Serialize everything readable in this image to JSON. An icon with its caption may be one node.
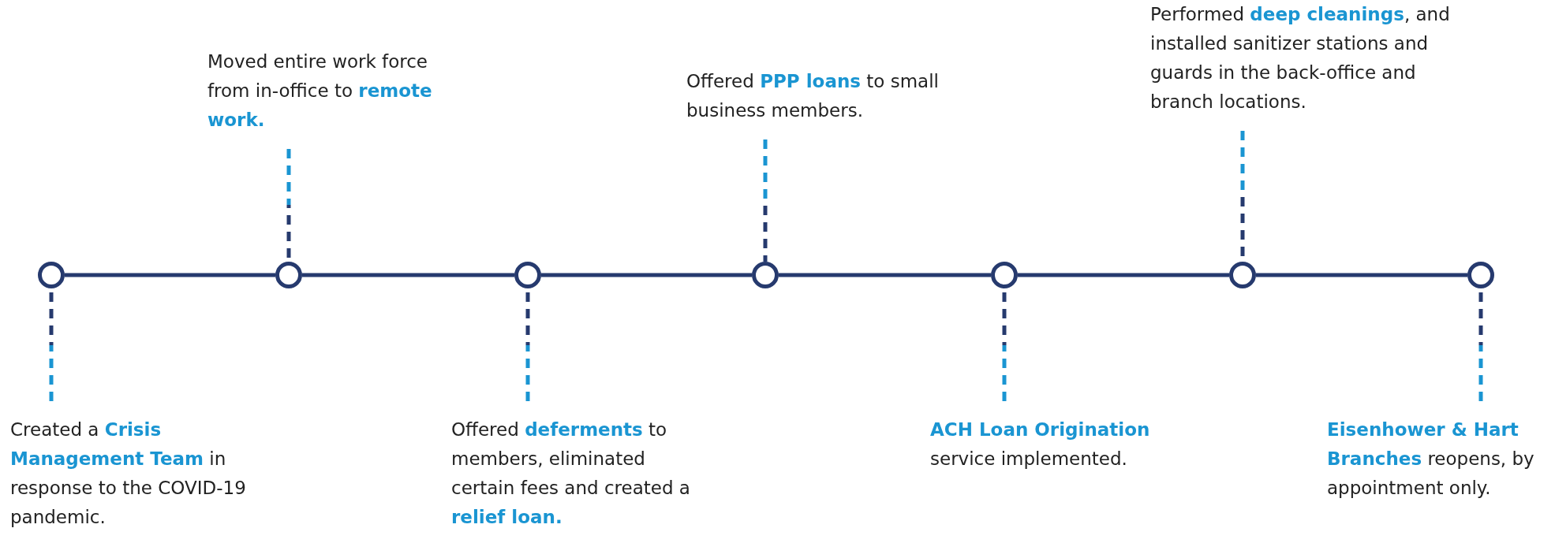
{
  "diagram": {
    "nodes": [
      {
        "text": [],
        "shape": "circle"
      },
      {
        "text": [],
        "shape": "circle"
      },
      {
        "text": [],
        "shape": "circle"
      },
      {
        "text": [],
        "shape": "circle"
      },
      {
        "text": [],
        "shape": "circle"
      },
      {
        "text": [],
        "shape": "circle"
      },
      {
        "text": [],
        "shape": "circle"
      },
      {
        "text": [
          "Created a **Crisis Management Team** in response to the COVID-19 pandemic."
        ]
      },
      {
        "text": [
          "Moved entire work force from in-office to **remote work.**"
        ]
      },
      {
        "text": [
          "Offered **deferments** to members, eliminated certain fees and created a **relief loan.**"
        ]
      },
      {
        "text": [
          "Offered **PPP loans** to small business members."
        ]
      },
      {
        "text": [
          "**ACH Loan Origination** service implemented."
        ]
      },
      {
        "text": [
          "Performed **deep cleanings**, and installed sanitizer stations and guards in the back-office and branch locations."
        ]
      },
      {
        "text": [
          "**Eisenhower & Hart Branches** reopens, by appointment only."
        ]
      }
    ],
    "edges": [
      {
        "from": 0,
        "to": 1,
        "arrow": "none"
      },
      {
        "from": 1,
        "to": 2,
        "arrow": "none"
      },
      {
        "from": 2,
        "to": 3,
        "arrow": "none"
      },
      {
        "from": 3,
        "to": 4,
        "arrow": "none"
      },
      {
        "from": 4,
        "to": 5,
        "arrow": "none"
      },
      {
        "from": 5,
        "to": 6,
        "arrow": "none"
      },
      {
        "from": 7,
        "to": 0,
        "arrow": "none",
        "style": "dashed"
      },
      {
        "from": 8,
        "to": 1,
        "arrow": "none",
        "style": "dashed"
      },
      {
        "from": 9,
        "to": 2,
        "arrow": "none",
        "style": "dashed"
      },
      {
        "from": 10,
        "to": 3,
        "arrow": "none",
        "style": "dashed"
      },
      {
        "from": 11,
        "to": 4,
        "arrow": "none",
        "style": "dashed"
      },
      {
        "from": 12,
        "to": 5,
        "arrow": "none",
        "style": "dashed"
      },
      {
        "from": 13,
        "to": 6,
        "arrow": "none",
        "style": "dashed"
      }
    ]
  }
}
